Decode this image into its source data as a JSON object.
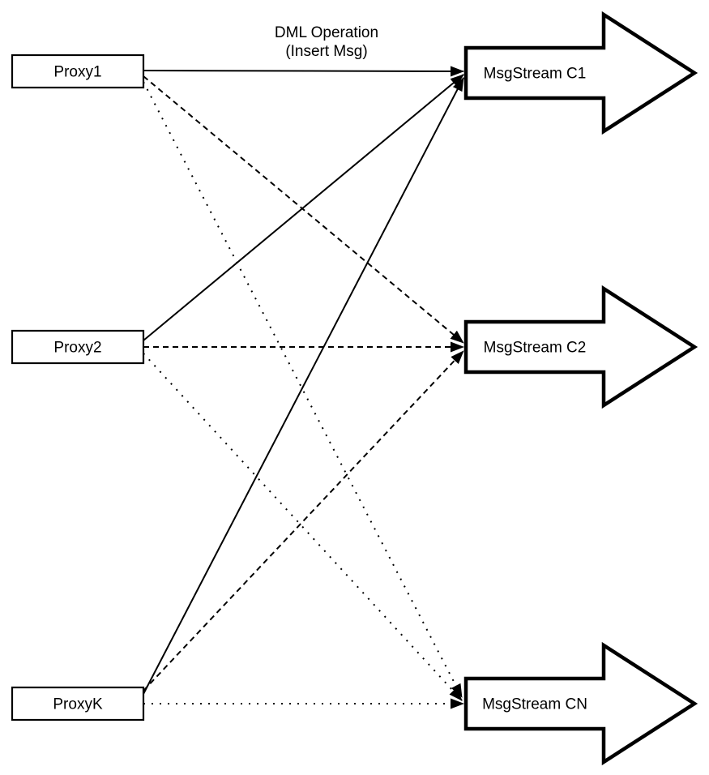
{
  "diagram": {
    "title": {
      "line1": "DML Operation",
      "line2": "(Insert Msg)"
    },
    "proxies": [
      {
        "id": "proxy1",
        "label": "Proxy1"
      },
      {
        "id": "proxy2",
        "label": "Proxy2"
      },
      {
        "id": "proxyk",
        "label": "ProxyK"
      }
    ],
    "streams": [
      {
        "id": "c1",
        "label": "MsgStream C1"
      },
      {
        "id": "c2",
        "label": "MsgStream C2"
      },
      {
        "id": "cn",
        "label": "MsgStream CN"
      }
    ],
    "edges": [
      {
        "from": "Proxy1",
        "to": "MsgStream C1",
        "style": "solid"
      },
      {
        "from": "Proxy1",
        "to": "MsgStream C2",
        "style": "dashed"
      },
      {
        "from": "Proxy1",
        "to": "MsgStream CN",
        "style": "dotted"
      },
      {
        "from": "Proxy2",
        "to": "MsgStream C1",
        "style": "solid"
      },
      {
        "from": "Proxy2",
        "to": "MsgStream C2",
        "style": "dashed"
      },
      {
        "from": "Proxy2",
        "to": "MsgStream CN",
        "style": "dotted"
      },
      {
        "from": "ProxyK",
        "to": "MsgStream C1",
        "style": "solid"
      },
      {
        "from": "ProxyK",
        "to": "MsgStream C2",
        "style": "dashed"
      },
      {
        "from": "ProxyK",
        "to": "MsgStream CN",
        "style": "dotted"
      }
    ],
    "colors": {
      "stroke": "#000000",
      "fill": "#ffffff"
    }
  }
}
